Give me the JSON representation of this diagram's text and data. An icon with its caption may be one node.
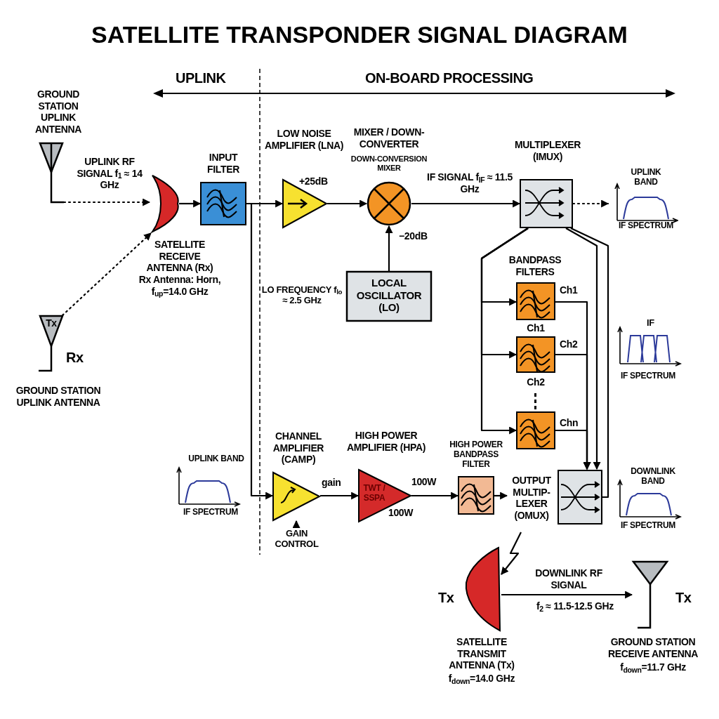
{
  "diagram": {
    "title": "SATELLITE TRANSPONDER SIGNAL DIAGRAM",
    "nodes": [
      {
        "text": [
          "GROUND STATION UPLINK ANTENNA"
        ]
      },
      {
        "text": [
          "Tx",
          "GROUND STATION UPLINK ANTENNA"
        ],
        "beside": [
          "Rx"
        ]
      },
      {
        "text": [
          "SATELLITE RECEIVE ANTENNA (Rx)",
          "Rx Antenna: Horn, f$_{up}$=14.0 GHz"
        ]
      },
      {
        "text": [
          "INPUT FILTER"
        ]
      },
      {
        "text": [
          "LOW NOISE AMPLIFIER (LNA)"
        ],
        "beside": [
          "+25dB"
        ]
      },
      {
        "text": [
          "MIXER / DOWN-CONVERTER",
          "DOWN-CONVERSION MIXER"
        ],
        "beside": [
          "−20dB"
        ]
      },
      {
        "text": [
          "LOCAL OSCILLATOR (LO)"
        ],
        "beside": [
          "LO FREQUENCY f$_{lo}$ ≈ 2.5 GHz"
        ]
      },
      {
        "text": [
          "MULTIPLEXER (IMUX)"
        ]
      },
      {
        "text": [
          "UPLINK BAND",
          "IF SPECTRUM"
        ]
      },
      {
        "text": [],
        "shape": "box",
        "beside": [
          "Ch1",
          "Ch1"
        ]
      },
      {
        "text": [],
        "shape": "box",
        "beside": [
          "Ch2",
          "Ch2"
        ]
      },
      {
        "text": [],
        "shape": "box",
        "beside": [
          "Chn"
        ]
      },
      {
        "text": [
          "CHANNEL AMPLIFIER (CAMP)"
        ]
      },
      {
        "text": [
          "GAIN CONTROL"
        ]
      },
      {
        "text": [
          "HIGH POWER AMPLIFIER (HPA)",
          "TWT / SSPA"
        ],
        "beside": [
          "100W",
          "100W"
        ]
      },
      {
        "text": [
          "HIGH POWER BANDPASS FILTER"
        ]
      },
      {
        "text": [
          "OUTPUT MULTIP- LEXER (OMUX)"
        ]
      },
      {
        "text": [
          "SATELLITE TRANSMIT ANTENNA (Tx)",
          "f$_{down}$=14.0 GHz"
        ],
        "beside": [
          "Tx"
        ]
      },
      {
        "text": [
          "Tx",
          "GROUND STATION RECEIVE ANTENNA",
          "f$_{down}$=11.7 GHz"
        ]
      }
    ],
    "edges": [
      {
        "from": 0,
        "to": 2,
        "arrow": "to",
        "style": "dashed",
        "label": "UPLINK RF SIGNAL f$_{1}$ ≈ 14 GHz"
      },
      {
        "from": 1,
        "to": 2,
        "arrow": "to",
        "style": "dashed"
      },
      {
        "from": 2,
        "to": 3,
        "arrow": "to"
      },
      {
        "from": 3,
        "to": 4,
        "arrow": "to"
      },
      {
        "from": 3,
        "to": 12,
        "arrow": "to"
      },
      {
        "from": 4,
        "to": 5,
        "arrow": "to"
      },
      {
        "from": 6,
        "to": 5,
        "arrow": "to"
      },
      {
        "from": 5,
        "to": 7,
        "arrow": "to",
        "label": "IF SIGNAL f$_{IF}$ ≈ 11.5 GHz"
      },
      {
        "from": 7,
        "to": 8,
        "arrow": "to",
        "style": "dashed"
      },
      {
        "from": 7,
        "to": 9,
        "arrow": "to"
      },
      {
        "from": 7,
        "to": 10,
        "arrow": "to"
      },
      {
        "from": 7,
        "to": 11,
        "arrow": "to"
      },
      {
        "from": 9,
        "to": 16,
        "arrow": "to"
      },
      {
        "from": 10,
        "to": 16,
        "arrow": "to"
      },
      {
        "from": 11,
        "to": 16,
        "arrow": "to"
      },
      {
        "from": 7,
        "to": 16,
        "arrow": "to"
      },
      {
        "from": 7,
        "to": 16,
        "arrow": "none"
      },
      {
        "from": 12,
        "to": 14,
        "arrow": "to",
        "label": "gain"
      },
      {
        "from": 14,
        "to": 15,
        "arrow": "to"
      },
      {
        "from": 15,
        "to": 16,
        "arrow": "to"
      },
      {
        "from": 16,
        "to": 17,
        "arrow": "to"
      },
      {
        "from": 17,
        "to": 18,
        "arrow": "to",
        "label": "DOWNLINK RF SIGNAL"
      },
      {
        "from": 13,
        "to": 12,
        "arrow": "to"
      }
    ],
    "labels": [
      "UPLINK",
      "ON-BOARD PROCESSING",
      "BANDPASS FILTERS",
      "IF",
      "IF SPECTRUM",
      "UPLINK BAND",
      "IF SPECTRUM",
      "DOWNLINK BAND",
      "IF SPECTRUM",
      "f$_{2}$ ≈ 11.5-12.5 GHz"
    ]
  }
}
